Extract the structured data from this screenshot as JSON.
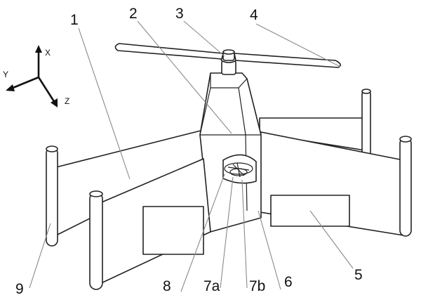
{
  "axes": {
    "x": "X",
    "y": "Y",
    "z": "Z"
  },
  "callouts": {
    "c1": "1",
    "c2": "2",
    "c3": "3",
    "c4": "4",
    "c5": "5",
    "c6": "6",
    "c7a": "7a",
    "c7b": "7b",
    "c8": "8",
    "c9": "9"
  }
}
